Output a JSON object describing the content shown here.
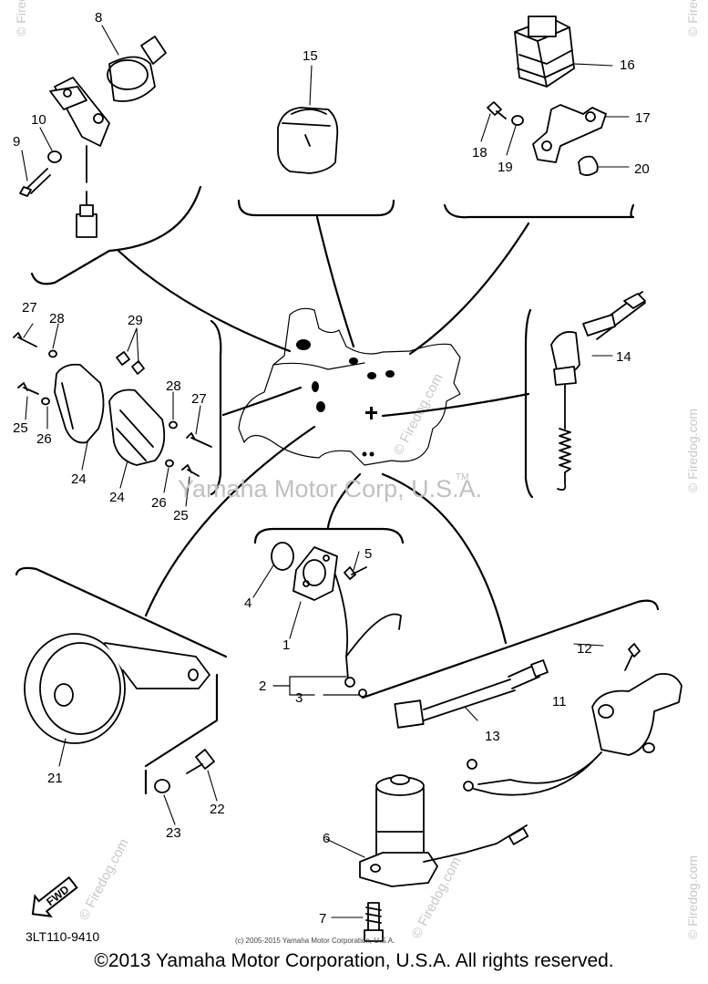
{
  "diagram": {
    "part_code": "3LT110-9410",
    "small_copyright": "(c) 2005-2015 Yamaha Motor Corporation, U.S.A.",
    "center_watermark": "Yamaha Motor Corp, U.S.A.",
    "trademark": "TM",
    "fwd_label": "FWD",
    "side_watermark": "© Firedog.com",
    "parts": [
      {
        "label": "1"
      },
      {
        "label": "2"
      },
      {
        "label": "3"
      },
      {
        "label": "4"
      },
      {
        "label": "5"
      },
      {
        "label": "6"
      },
      {
        "label": "7"
      },
      {
        "label": "8"
      },
      {
        "label": "9"
      },
      {
        "label": "10"
      },
      {
        "label": "11"
      },
      {
        "label": "12"
      },
      {
        "label": "13"
      },
      {
        "label": "14"
      },
      {
        "label": "15"
      },
      {
        "label": "16"
      },
      {
        "label": "17"
      },
      {
        "label": "18"
      },
      {
        "label": "19"
      },
      {
        "label": "20"
      },
      {
        "label": "21"
      },
      {
        "label": "22"
      },
      {
        "label": "23"
      },
      {
        "label": "24"
      },
      {
        "label": "24"
      },
      {
        "label": "25"
      },
      {
        "label": "25"
      },
      {
        "label": "26"
      },
      {
        "label": "26"
      },
      {
        "label": "27"
      },
      {
        "label": "27"
      },
      {
        "label": "28"
      },
      {
        "label": "28"
      },
      {
        "label": "29"
      }
    ]
  },
  "footer": {
    "copyright": "©2013 Yamaha Motor Corporation, U.S.A. All rights reserved."
  }
}
